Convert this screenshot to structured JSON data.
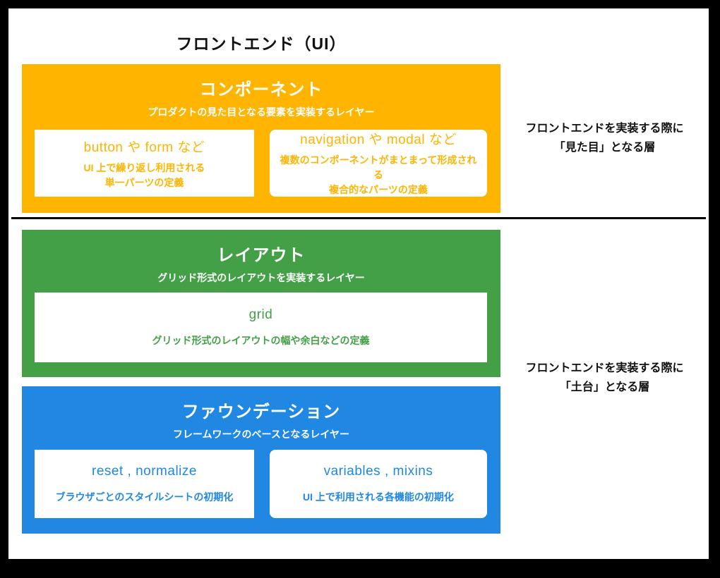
{
  "page": {
    "title": "フロントエンド（UI）"
  },
  "layers": {
    "component": {
      "title": "コンポーネント",
      "subtitle": "プロダクトの見た目となる要素を実装するレイヤー",
      "color": "#ffb400",
      "cards": [
        {
          "title": "button や form など",
          "body": "UI 上で繰り返し利用される\n単一パーツの定義"
        },
        {
          "title": "navigation や modal など",
          "body": "複数のコンポーネントがまとまって形成される\n複合的なパーツの定義"
        }
      ]
    },
    "layout": {
      "title": "レイアウト",
      "subtitle": "グリッド形式のレイアウトを実装するレイヤー",
      "color": "#43a047",
      "cards": [
        {
          "title": "grid",
          "body": "グリッド形式のレイアウトの幅や余白などの定義"
        }
      ]
    },
    "foundation": {
      "title": "ファウンデーション",
      "subtitle": "フレームワークのベースとなるレイヤー",
      "color": "#2088e2",
      "cards": [
        {
          "title": "reset , normalize",
          "body": "ブラウザごとのスタイルシートの初期化"
        },
        {
          "title": "variables , mixins",
          "body": "UI 上で利用される各機能の初期化"
        }
      ]
    }
  },
  "annotations": {
    "visual": "フロントエンドを実装する際に\n「見た目」となる層",
    "foundation": "フロントエンドを実装する際に\n「土台」となる層"
  }
}
